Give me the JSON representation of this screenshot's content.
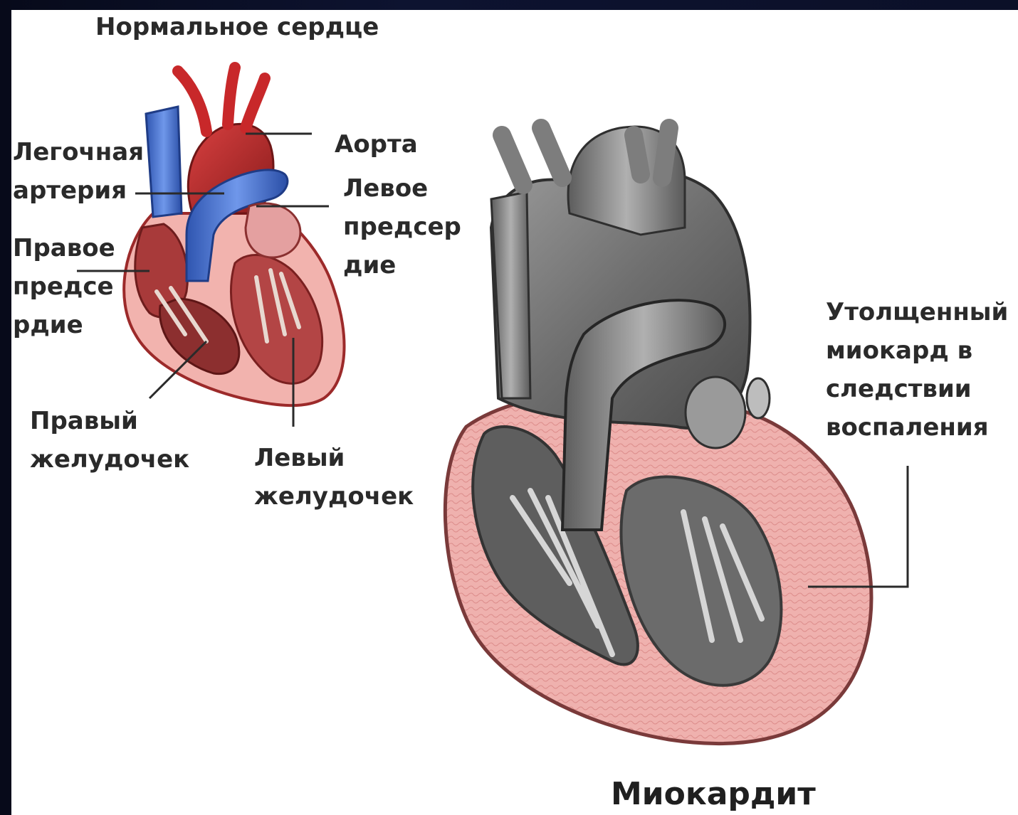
{
  "normal_heart": {
    "title": "Нормальное сердце",
    "labels": {
      "pulmonary_artery": "Легочная\nартерия",
      "aorta": "Аорта",
      "left_atrium": "Левое\nпредсер\nдие",
      "right_atrium": "Правое\nпредсе\nрдие",
      "right_ventricle": "Правый\nжелудочек",
      "left_ventricle": "Левый\nжелудочек"
    }
  },
  "myocarditis_heart": {
    "title": "Миокардит",
    "label_thickened": "Утолщенный\nмиокард в\nследствии\nвоспаления"
  },
  "colors": {
    "frame": "#0a0e22",
    "panel": "#ffffff",
    "label_text": "#2a2a2a",
    "vein_blue": "#3f6fd0",
    "artery_red": "#c8282a",
    "myocardium_pink": "#eeaaa8",
    "heart_gray": "#7a7a7a"
  }
}
